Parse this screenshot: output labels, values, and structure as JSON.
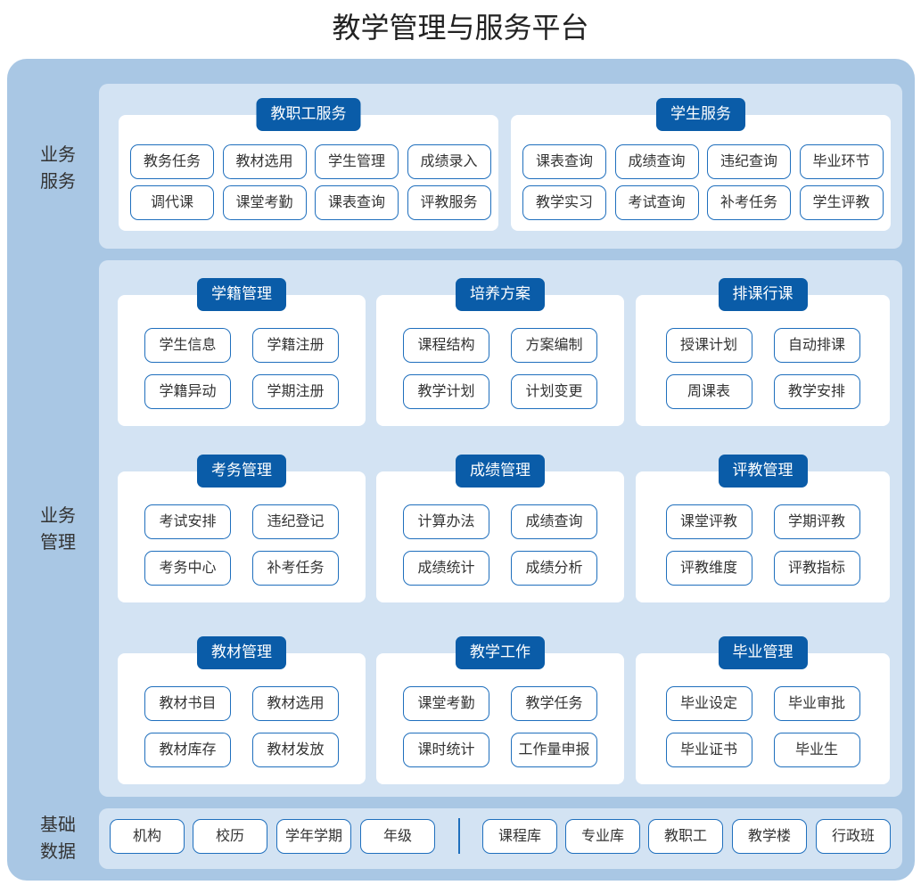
{
  "title": "教学管理与服务平台",
  "sections": {
    "service_label": "业务\n服务",
    "management_label": "业务\n管理",
    "basic_label": "基础\n数据"
  },
  "service_cards": [
    {
      "title": "教职工服务",
      "items": [
        "教务任务",
        "教材选用",
        "学生管理",
        "成绩录入",
        "调代课",
        "课堂考勤",
        "课表查询",
        "评教服务"
      ]
    },
    {
      "title": "学生服务",
      "items": [
        "课表查询",
        "成绩查询",
        "违纪查询",
        "毕业环节",
        "教学实习",
        "考试查询",
        "补考任务",
        "学生评教"
      ]
    }
  ],
  "management_cards": [
    {
      "title": "学籍管理",
      "items": [
        "学生信息",
        "学籍注册",
        "学籍异动",
        "学期注册"
      ]
    },
    {
      "title": "培养方案",
      "items": [
        "课程结构",
        "方案编制",
        "教学计划",
        "计划变更"
      ]
    },
    {
      "title": "排课行课",
      "items": [
        "授课计划",
        "自动排课",
        "周课表",
        "教学安排"
      ]
    },
    {
      "title": "考务管理",
      "items": [
        "考试安排",
        "违纪登记",
        "考务中心",
        "补考任务"
      ]
    },
    {
      "title": "成绩管理",
      "items": [
        "计算办法",
        "成绩查询",
        "成绩统计",
        "成绩分析"
      ]
    },
    {
      "title": "评教管理",
      "items": [
        "课堂评教",
        "学期评教",
        "评教维度",
        "评教指标"
      ]
    },
    {
      "title": "教材管理",
      "items": [
        "教材书目",
        "教材选用",
        "教材库存",
        "教材发放"
      ]
    },
    {
      "title": "教学工作",
      "items": [
        "课堂考勤",
        "教学任务",
        "课时统计",
        "工作量申报"
      ]
    },
    {
      "title": "毕业管理",
      "items": [
        "毕业设定",
        "毕业审批",
        "毕业证书",
        "毕业生"
      ]
    }
  ],
  "basic_data": {
    "left": [
      "机构",
      "校历",
      "学年学期",
      "年级"
    ],
    "right": [
      "课程库",
      "专业库",
      "教职工",
      "教学楼",
      "行政班"
    ]
  },
  "colors": {
    "outer": "#a9c7e4",
    "panel": "#d3e3f3",
    "header": "#0a5ca8",
    "pill_border": "#1f6fbd"
  }
}
